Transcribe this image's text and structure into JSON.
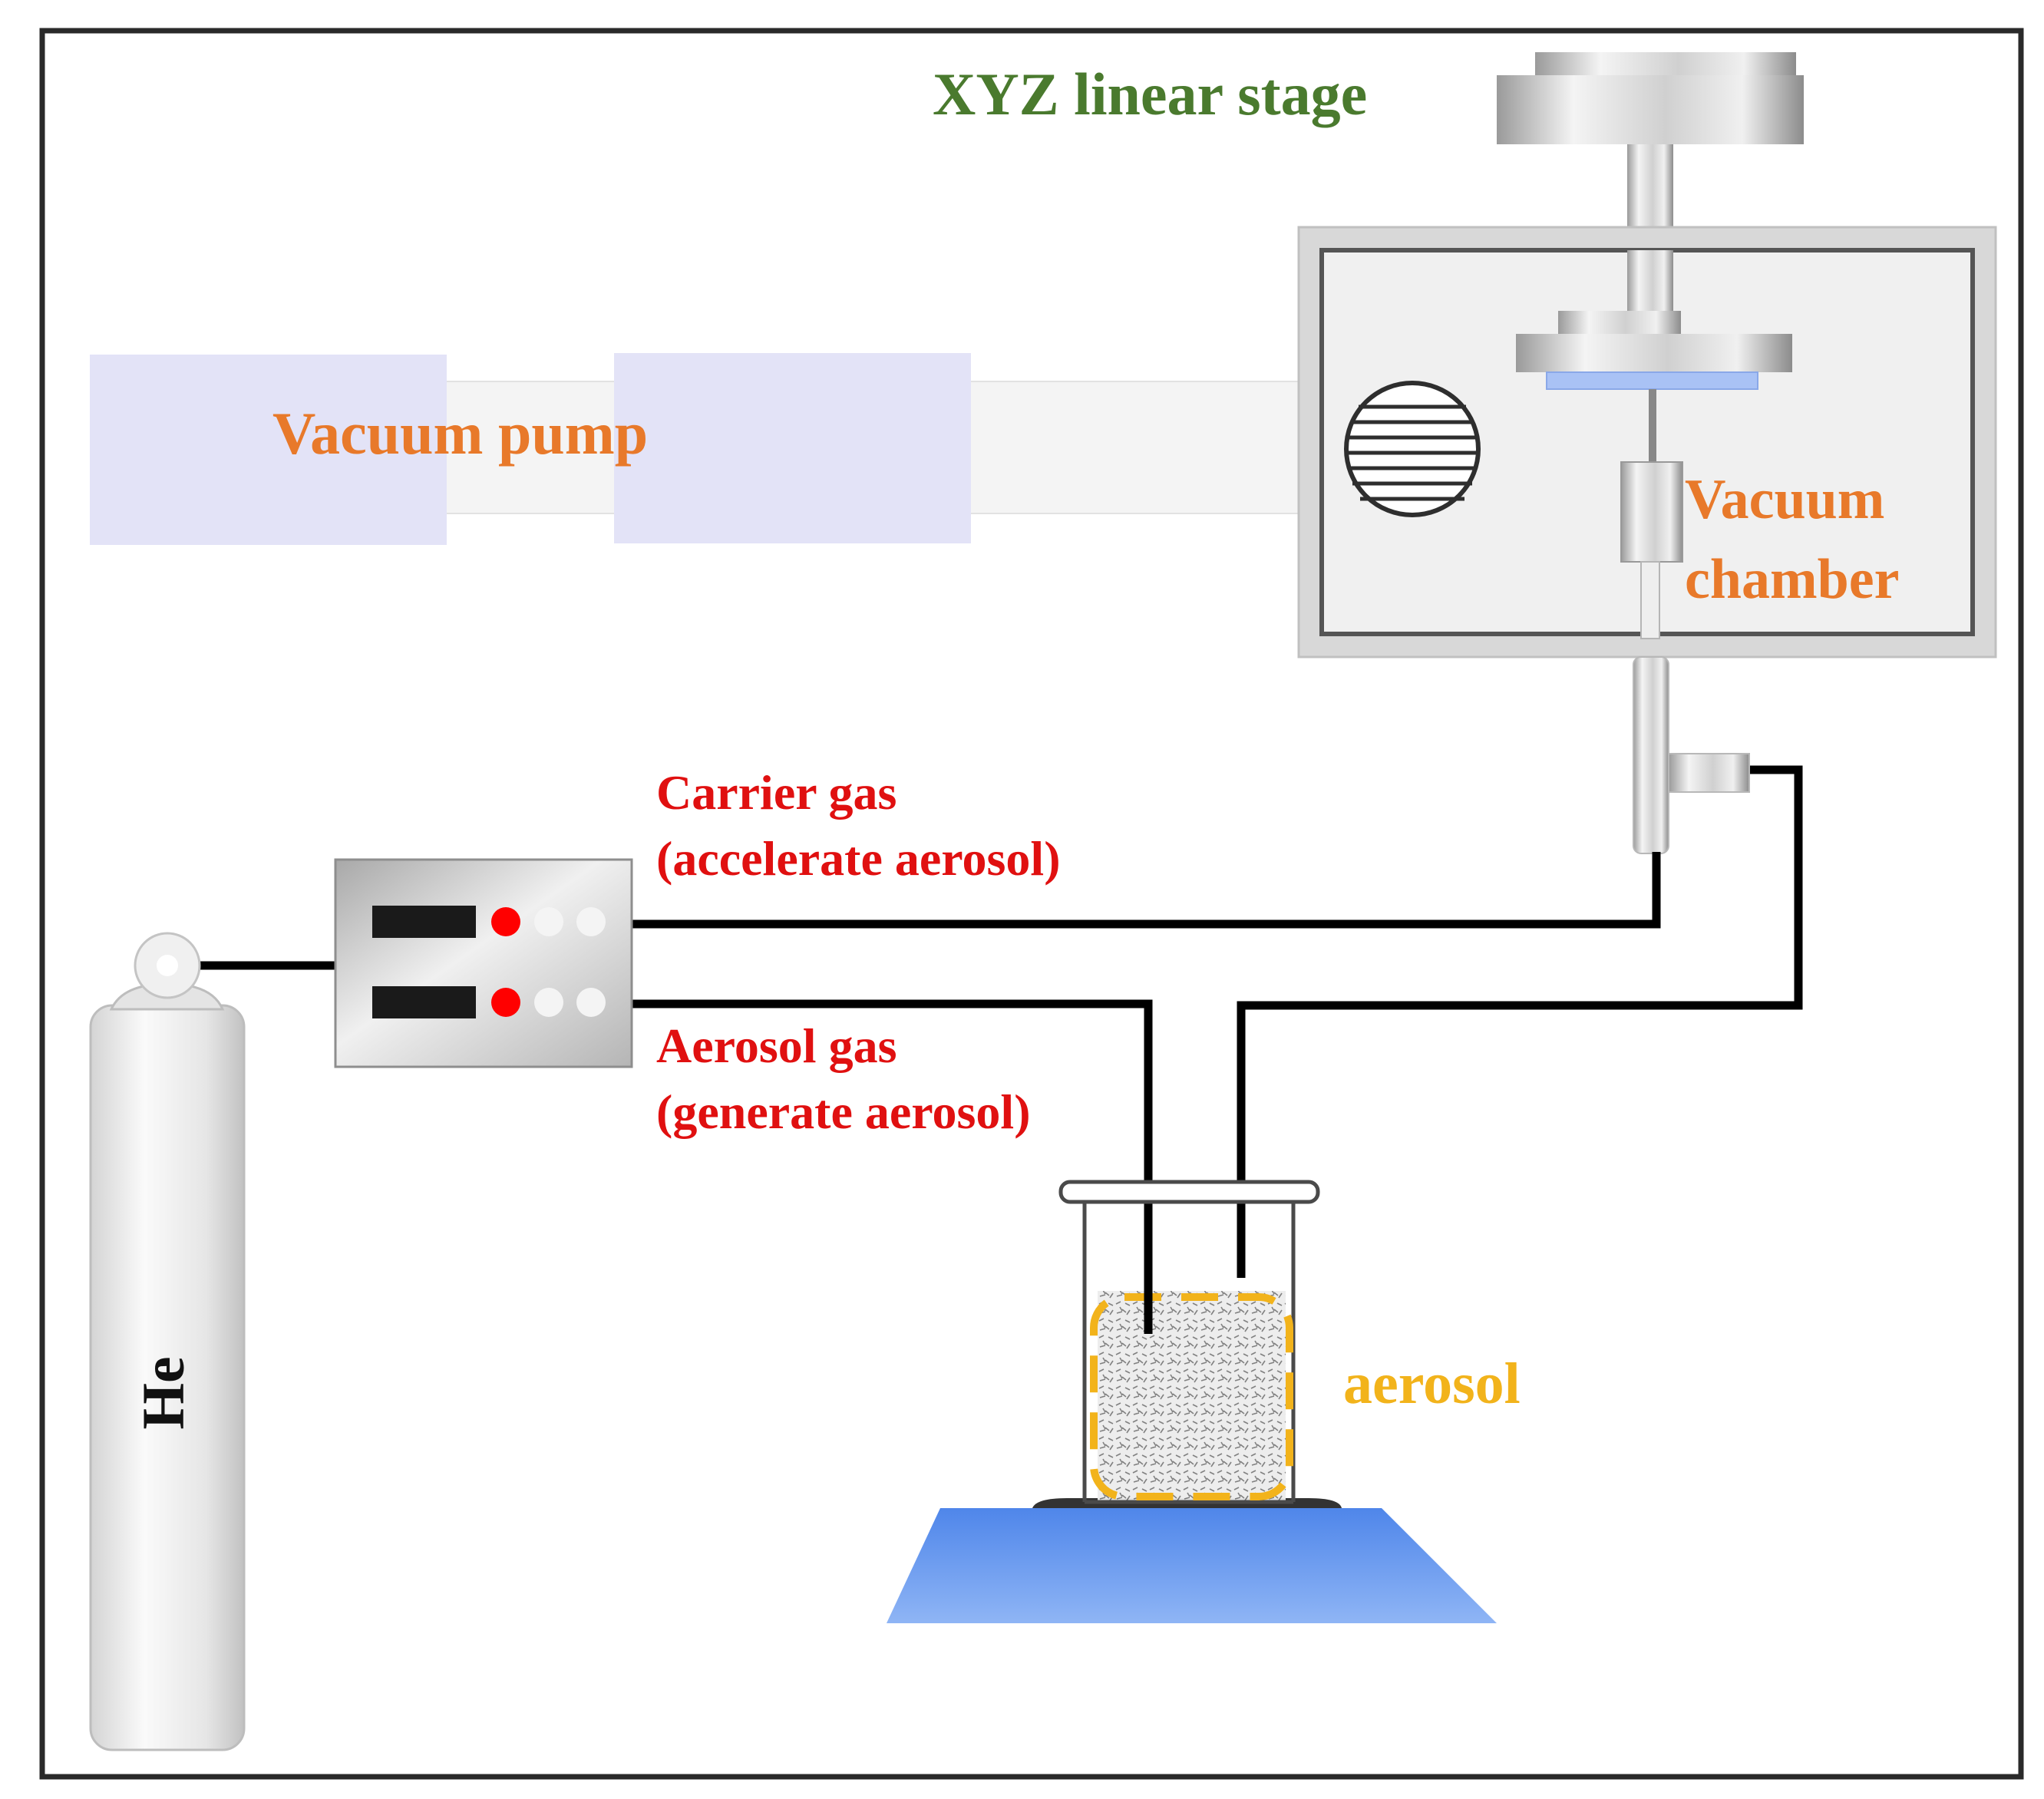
{
  "labels": {
    "xyz_stage": "XYZ linear stage",
    "vacuum_pump": "Vacuum pump",
    "vacuum_chamber_line1": "Vacuum",
    "vacuum_chamber_line2": "chamber",
    "carrier_gas_line1": "Carrier gas",
    "carrier_gas_line2": "(accelerate aerosol)",
    "aerosol_gas_line1": "Aerosol gas",
    "aerosol_gas_line2": "(generate aerosol)",
    "aerosol": "aerosol",
    "cylinder": "He"
  },
  "colors": {
    "xyz_label": "#4a7a2e",
    "orange_label": "#e8792a",
    "red_label": "#e01010",
    "aerosol_label": "#f2b31b",
    "tube": "#000000",
    "indicator_red": "#ff0000",
    "hot_plate": "#6a9ef0",
    "substrate": "#a9c2f5",
    "pump": "#e3e3f7",
    "frame": "#2a2a2a"
  }
}
